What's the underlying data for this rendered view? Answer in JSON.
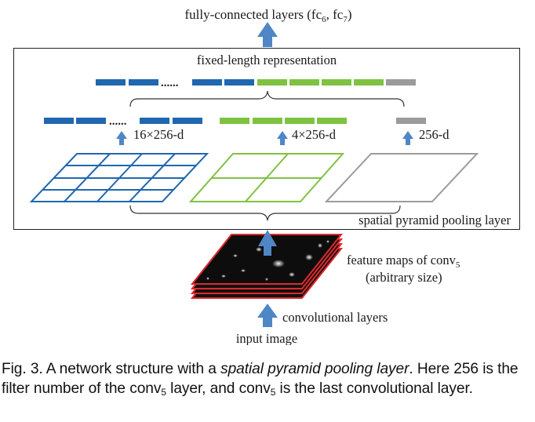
{
  "diagram": {
    "top_label": "fully-connected layers (fc",
    "top_sub6": "6",
    "top_sep": ", fc",
    "top_sub7": "7",
    "top_close": ")",
    "box_title": "fixed-length representation",
    "label_16": "16×256-d",
    "label_4": "4×256-d",
    "label_1": "256-d",
    "dots": "......",
    "spp_label": "spatial pyramid pooling layer",
    "fmap_label": "feature maps of conv",
    "fmap_sub": "5",
    "fmap_size": "(arbitrary size)",
    "conv_label": "convolutional layers",
    "input_label": "input image"
  },
  "caption": {
    "p1": "Fig. 3. A network structure with a ",
    "em": "spatial pyramid pooling layer",
    "p2": ". Here 256 is the filter number of the conv",
    "sub1": "5",
    "p3": " layer, and conv",
    "sub2": "5",
    "p4": " is the last convolutional layer."
  },
  "colors": {
    "blue": "#2067b0",
    "green": "#7fc241",
    "gray": "#9b9b9b",
    "arrow": "#4f86c6",
    "map_edge": "#e0282d"
  }
}
